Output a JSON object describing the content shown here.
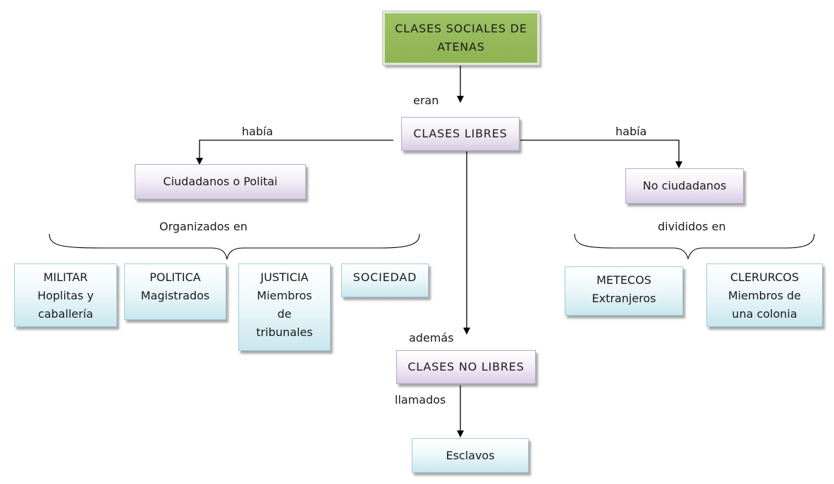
{
  "title": "CLASES SOCIALES DE\nATENAS",
  "links": {
    "eran": "eran",
    "habia_left": "había",
    "habia_right": "había",
    "organizados": "Organizados en",
    "divididos": "divididos en",
    "ademas": "además",
    "llamados": "llamados"
  },
  "nodes": {
    "clases_libres": "CLASES LIBRES",
    "ciudadanos": "Ciudadanos o Politai",
    "no_ciudadanos": "No ciudadanos",
    "militar": "MILITAR\nHoplitas y\ncaballería",
    "politica": "POLITICA\nMagistrados",
    "justicia": "JUSTICIA\nMiembros\nde\ntribunales",
    "sociedad": "SOCIEDAD",
    "metecos": "METECOS\nExtranjeros",
    "clerurcos": "CLERURCOS\nMiembros de\nuna colonia",
    "clases_no_libres": "CLASES NO LIBRES",
    "esclavos": "Esclavos"
  },
  "colors": {
    "title_fill": "#9dc163",
    "purple_fill": "#d9cde6",
    "blue_fill": "#c8e7ee",
    "line": "#000000"
  }
}
